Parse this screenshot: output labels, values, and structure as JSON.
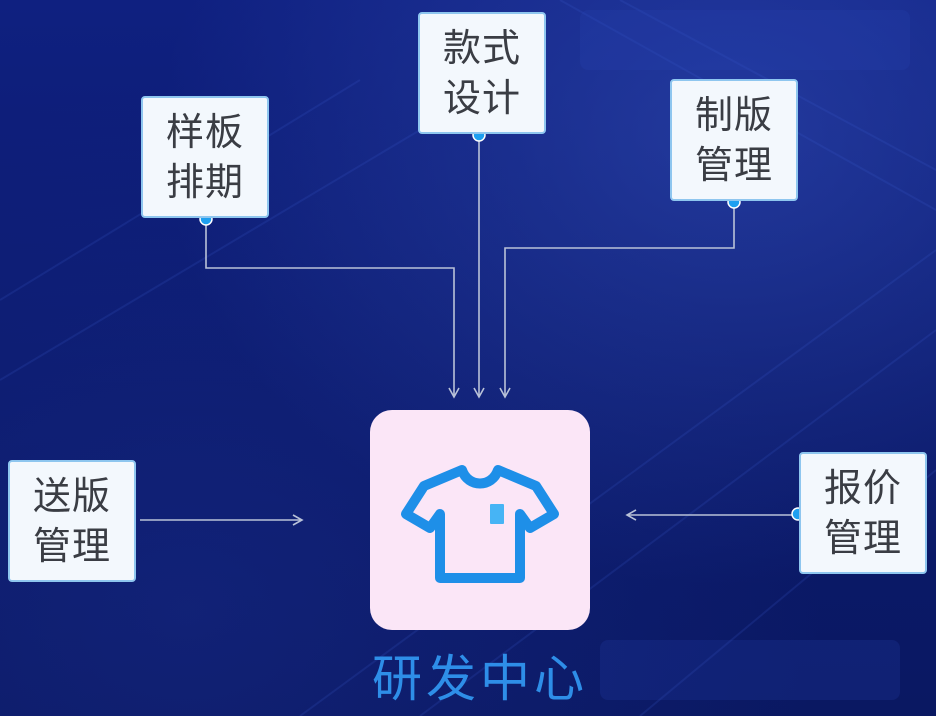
{
  "diagram": {
    "nodes": {
      "yangban": {
        "line1": "样板",
        "line2": "排期"
      },
      "kuanshi": {
        "line1": "款式",
        "line2": "设计"
      },
      "zhiban": {
        "line1": "制版",
        "line2": "管理"
      },
      "songban": {
        "line1": "送版",
        "line2": "管理"
      },
      "baojia": {
        "line1": "报价",
        "line2": "管理"
      }
    },
    "center": {
      "title": "研发中心",
      "icon": "t-shirt-icon"
    }
  },
  "colors": {
    "background": "#0c1a6b",
    "node_fill": "#f3f8fd",
    "node_border": "#8ec6ef",
    "connector": "#b9c2d8",
    "dot": "#1e9ff0",
    "center_card": "#fbe6f7",
    "accent_blue": "#2e8ee8"
  }
}
